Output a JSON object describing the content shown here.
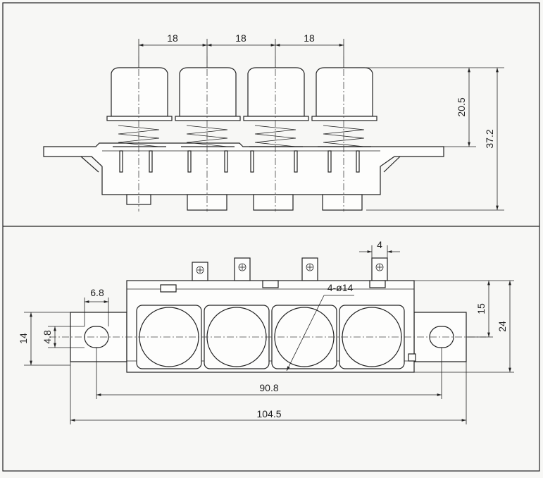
{
  "top_view": {
    "pitch_labels": [
      "18",
      "18",
      "18"
    ],
    "cap_height_label": "20.5",
    "total_height_label": "37.2"
  },
  "bottom_view": {
    "tab_width_label": "4",
    "hole_label": "4-ø14",
    "slot_width_label": "6.8",
    "slot_height_label": "4.8",
    "flange_height_label": "14",
    "body_height_label": "15",
    "total_height_label": "24",
    "mount_pitch_label": "90.8",
    "overall_length_label": "104.5"
  }
}
